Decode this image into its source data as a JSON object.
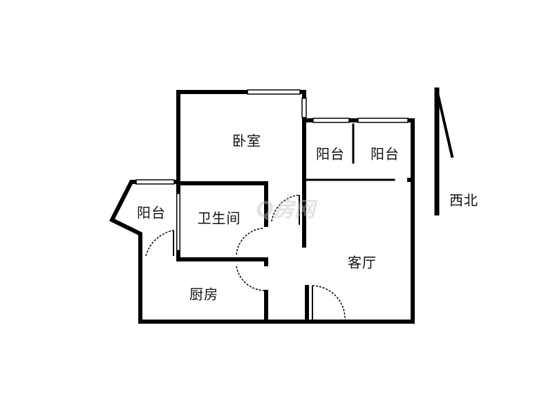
{
  "rooms": {
    "bedroom": "卧室",
    "balcony_mid": "阳台",
    "balcony_right": "阳台",
    "balcony_left": "阳台",
    "bathroom": "卫生间",
    "living_room": "客厅",
    "kitchen": "厨房"
  },
  "orientation": "西北",
  "watermark": "Q房网",
  "colors": {
    "wall": "#000000",
    "background": "#ffffff"
  }
}
